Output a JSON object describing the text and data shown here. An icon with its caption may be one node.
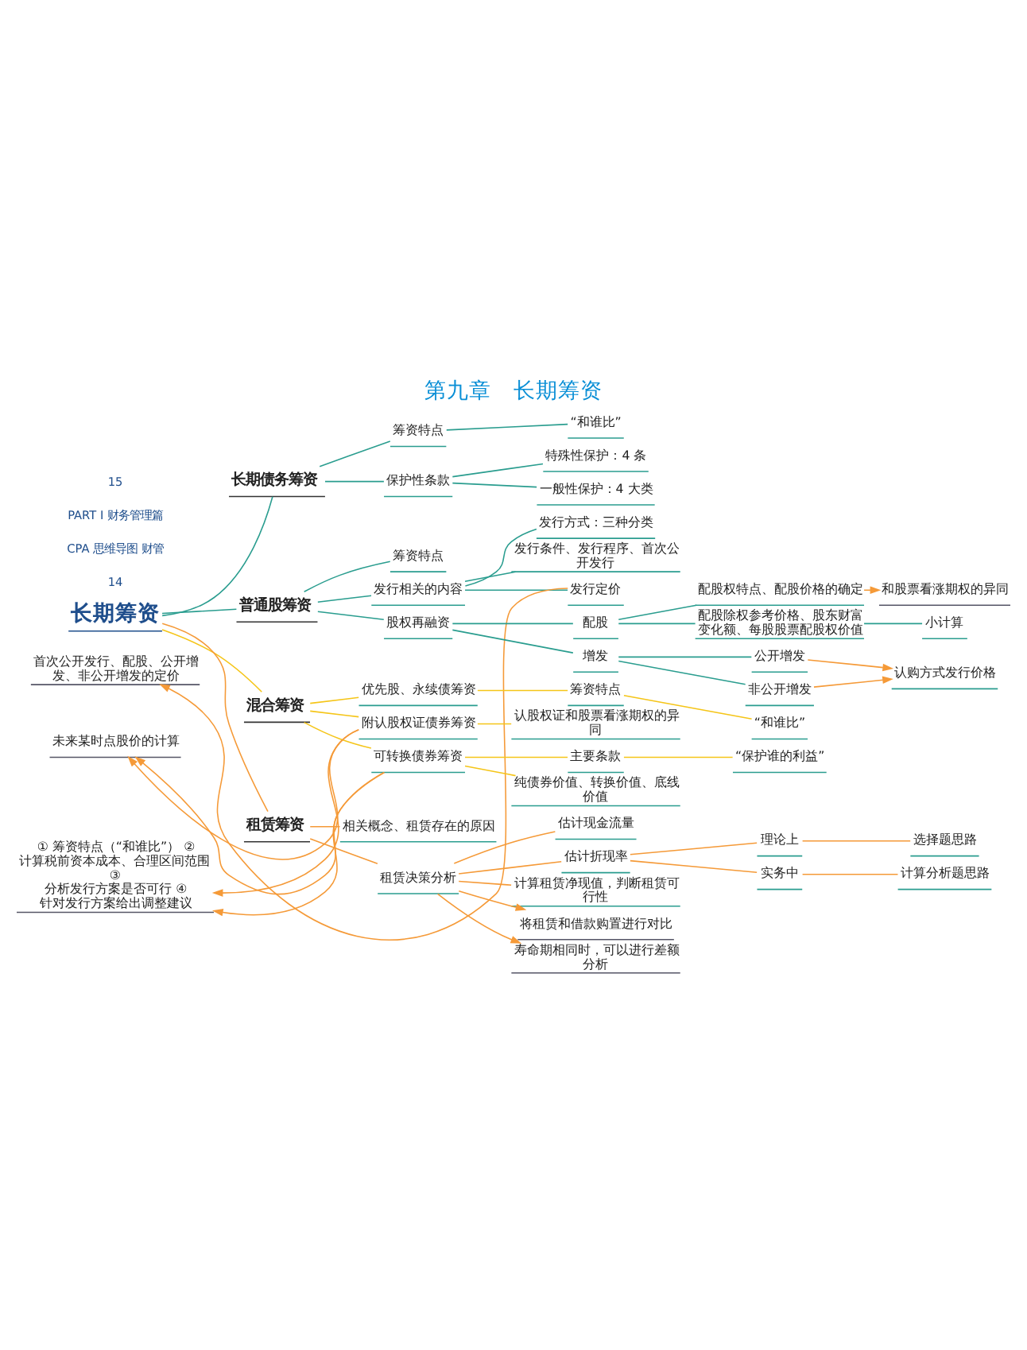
{
  "diagram": {
    "title": "第九章　长期筹资",
    "nodes": [
      {
        "text": [
          "长期筹资"
        ]
      },
      {
        "text": [
          "长期债务筹资"
        ]
      },
      {
        "text": [
          "首次公开发行、配股、公开增发、非公开增发的定价"
        ]
      },
      {
        "text": [
          "筹资特点"
        ]
      },
      {
        "text": [
          "“和谁比”"
        ]
      },
      {
        "text": [
          "保护性条款"
        ]
      },
      {
        "text": [
          "特殊性保护：4 条"
        ]
      },
      {
        "text": [
          "一般性保护：4 大类"
        ]
      },
      {
        "text": [
          "普通股筹资"
        ]
      },
      {
        "text": [
          "筹资特点"
        ]
      },
      {
        "text": [
          "发行相关的内容"
        ]
      },
      {
        "text": [
          "发行方式：三种分类"
        ]
      },
      {
        "text": [
          "发行条件、发行程序、首次公开发行"
        ]
      },
      {
        "text": [
          "发行定价"
        ]
      },
      {
        "text": [
          "股权再融资"
        ]
      },
      {
        "text": [
          "配股权特点、配股价格的确定"
        ]
      },
      {
        "text": [
          "配股"
        ]
      },
      {
        "text": [
          "配股除权参考价格、股东财富变化额、每股股票配股权价值"
        ]
      },
      {
        "text": [
          "小计算"
        ]
      },
      {
        "text": [
          "增发"
        ]
      },
      {
        "text": [
          "公开增发"
        ]
      },
      {
        "text": [
          "非公开增发"
        ]
      },
      {
        "text": [
          "认购方式发行价格"
        ]
      },
      {
        "text": [
          "和股票看涨期权的异同"
        ]
      },
      {
        "text": [
          "混合筹资"
        ]
      },
      {
        "text": [
          "未来某时点股价的计算"
        ]
      },
      {
        "text": [
          "① 筹资特点（“和谁比”） ② 计算税前资本成本、合理区间范围 ③ 分析发行方案是否可行 ④ 针对发行方案给出调整建议"
        ]
      },
      {
        "text": [
          "优先股、永续债筹资"
        ]
      },
      {
        "text": [
          "筹资特点"
        ]
      },
      {
        "text": [
          "“和谁比”"
        ]
      },
      {
        "text": [
          "附认股权证债券筹资"
        ]
      },
      {
        "text": [
          "认股权证和股票看涨期权的异同"
        ]
      },
      {
        "text": [
          "可转换债券筹资"
        ]
      },
      {
        "text": [
          "主要条款"
        ]
      },
      {
        "text": [
          "“保护谁的利益”"
        ]
      },
      {
        "text": [
          "纯债券价值、转换价值、底线价值"
        ]
      },
      {
        "text": [
          "租赁筹资"
        ]
      },
      {
        "text": [
          "相关概念、租赁存在的原因"
        ]
      },
      {
        "text": [
          "租赁决策分析"
        ]
      },
      {
        "text": [
          "估计现金流量"
        ]
      },
      {
        "text": [
          "估计折现率"
        ]
      },
      {
        "text": [
          "理论上"
        ]
      },
      {
        "text": [
          "选择题思路"
        ]
      },
      {
        "text": [
          "实务中"
        ]
      },
      {
        "text": [
          "计算分析题思路"
        ]
      },
      {
        "text": [
          "计算租赁净现值，判断租赁可行性"
        ]
      },
      {
        "text": [
          "将租赁和借款购置进行对比"
        ]
      },
      {
        "text": [
          "寿命期相同时，可以进行差额分析"
        ]
      }
    ],
    "edges": [
      {
        "from": 0,
        "to": 1,
        "arrow": "none"
      },
      {
        "from": 1,
        "to": 3,
        "arrow": "none"
      },
      {
        "from": 3,
        "to": 4,
        "arrow": "none"
      },
      {
        "from": 1,
        "to": 5,
        "arrow": "none"
      },
      {
        "from": 5,
        "to": 6,
        "arrow": "none"
      },
      {
        "from": 5,
        "to": 7,
        "arrow": "none"
      },
      {
        "from": 0,
        "to": 8,
        "arrow": "none"
      },
      {
        "from": 8,
        "to": 9,
        "arrow": "none"
      },
      {
        "from": 8,
        "to": 10,
        "arrow": "none"
      },
      {
        "from": 10,
        "to": 11,
        "arrow": "none"
      },
      {
        "from": 10,
        "to": 12,
        "arrow": "none"
      },
      {
        "from": 10,
        "to": 13,
        "arrow": "none"
      },
      {
        "from": 13,
        "to": 2,
        "arrow": "to",
        "color": "#f59a38"
      },
      {
        "from": 8,
        "to": 14,
        "arrow": "none"
      },
      {
        "from": 14,
        "to": 16,
        "arrow": "none"
      },
      {
        "from": 16,
        "to": 15,
        "arrow": "none"
      },
      {
        "from": 16,
        "to": 17,
        "arrow": "none"
      },
      {
        "from": 17,
        "to": 18,
        "arrow": "none"
      },
      {
        "from": 14,
        "to": 19,
        "arrow": "none"
      },
      {
        "from": 19,
        "to": 20,
        "arrow": "none"
      },
      {
        "from": 19,
        "to": 21,
        "arrow": "none"
      },
      {
        "from": 20,
        "to": 22,
        "arrow": "to",
        "color": "#f59a38"
      },
      {
        "from": 21,
        "to": 22,
        "arrow": "to",
        "color": "#f59a38"
      },
      {
        "from": 15,
        "to": 23,
        "arrow": "to",
        "color": "#f59a38"
      },
      {
        "from": 0,
        "to": 24,
        "arrow": "none",
        "color": "#f5c518"
      },
      {
        "from": 24,
        "to": 27,
        "arrow": "none",
        "color": "#f5c518"
      },
      {
        "from": 27,
        "to": 28,
        "arrow": "none",
        "color": "#f5c518"
      },
      {
        "from": 28,
        "to": 29,
        "arrow": "none",
        "color": "#f5c518"
      },
      {
        "from": 24,
        "to": 30,
        "arrow": "none",
        "color": "#f5c518"
      },
      {
        "from": 30,
        "to": 31,
        "arrow": "none",
        "color": "#f5c518"
      },
      {
        "from": 24,
        "to": 32,
        "arrow": "none",
        "color": "#f5c518"
      },
      {
        "from": 32,
        "to": 33,
        "arrow": "none",
        "color": "#f5c518"
      },
      {
        "from": 33,
        "to": 34,
        "arrow": "none",
        "color": "#f5c518"
      },
      {
        "from": 32,
        "to": 35,
        "arrow": "none",
        "color": "#f5c518"
      },
      {
        "from": 30,
        "to": 25,
        "arrow": "to",
        "color": "#f59a38"
      },
      {
        "from": 30,
        "to": 26,
        "arrow": "to",
        "color": "#f59a38"
      },
      {
        "from": 32,
        "to": 25,
        "arrow": "to",
        "color": "#f59a38"
      },
      {
        "from": 32,
        "to": 26,
        "arrow": "to",
        "color": "#f59a38"
      },
      {
        "from": 0,
        "to": 36,
        "arrow": "none",
        "color": "#f59a38"
      },
      {
        "from": 36,
        "to": 37,
        "arrow": "none",
        "color": "#f59a38"
      },
      {
        "from": 36,
        "to": 38,
        "arrow": "none",
        "color": "#f59a38"
      },
      {
        "from": 38,
        "to": 39,
        "arrow": "none",
        "color": "#f59a38"
      },
      {
        "from": 38,
        "to": 40,
        "arrow": "none",
        "color": "#f59a38"
      },
      {
        "from": 40,
        "to": 41,
        "arrow": "none",
        "color": "#f59a38"
      },
      {
        "from": 41,
        "to": 42,
        "arrow": "none",
        "color": "#f59a38"
      },
      {
        "from": 40,
        "to": 43,
        "arrow": "none",
        "color": "#f59a38"
      },
      {
        "from": 43,
        "to": 44,
        "arrow": "none",
        "color": "#f59a38"
      },
      {
        "from": 38,
        "to": 45,
        "arrow": "none",
        "color": "#f59a38"
      },
      {
        "from": 38,
        "to": 46,
        "arrow": "to",
        "color": "#f59a38"
      },
      {
        "from": 38,
        "to": 47,
        "arrow": "to",
        "color": "#f59a38"
      }
    ],
    "labels": [
      "14",
      "CPA 思维导图 财管",
      "PART Ⅰ 财务管理篇",
      "15"
    ]
  }
}
